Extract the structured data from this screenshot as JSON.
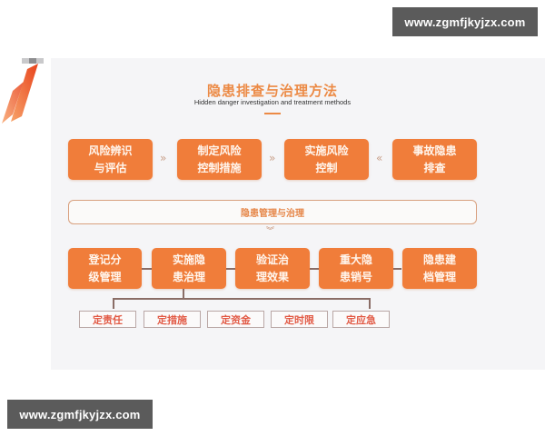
{
  "watermarks": {
    "top": "www.zgmfjkyjzx.com",
    "bottom": "www.zgmfjkyjzx.com"
  },
  "slide": {
    "title": "隐患排查与治理方法",
    "subtitle": "Hidden danger investigation and treatment methods",
    "colors": {
      "accent": "#f07d3a",
      "title": "#ec8a45",
      "background": "#f5f5f7",
      "duty_text": "#e25a45"
    },
    "top_row": [
      {
        "line1": "风险辨识",
        "line2": "与评估"
      },
      {
        "line1": "制定风险",
        "line2": "控制措施"
      },
      {
        "line1": "实施风险",
        "line2": "控制"
      },
      {
        "line1": "事故隐患",
        "line2": "排查"
      }
    ],
    "top_arrows": [
      "»",
      "»",
      "«"
    ],
    "management_bar": "隐患管理与治理",
    "down_arrow": "︾",
    "process_row": [
      {
        "line1": "登记分",
        "line2": "级管理"
      },
      {
        "line1": "实施隐",
        "line2": "患治理"
      },
      {
        "line1": "验证治",
        "line2": "理效果"
      },
      {
        "line1": "重大隐",
        "line2": "患销号"
      },
      {
        "line1": "隐患建",
        "line2": "档管理"
      }
    ],
    "five_determinations": [
      "定责任",
      "定措施",
      "定资金",
      "定时限",
      "定应急"
    ]
  }
}
